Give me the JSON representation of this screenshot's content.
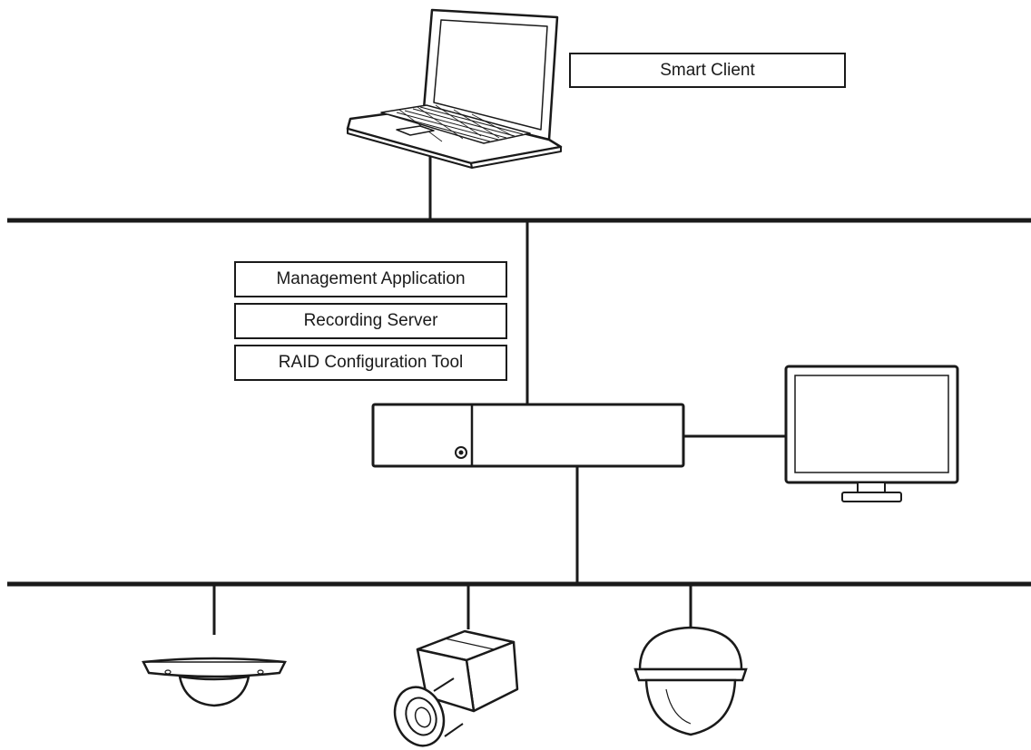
{
  "labels": {
    "smart_client": "Smart Client",
    "management_application": "Management Application",
    "recording_server": "Recording Server",
    "raid_configuration_tool": "RAID Configuration Tool"
  },
  "colors": {
    "line": "#1a1a1a",
    "background": "#ffffff"
  },
  "icons": [
    "laptop-icon",
    "recorder-unit-icon",
    "monitor-icon",
    "fisheye-camera-icon",
    "box-camera-icon",
    "dome-camera-icon"
  ]
}
